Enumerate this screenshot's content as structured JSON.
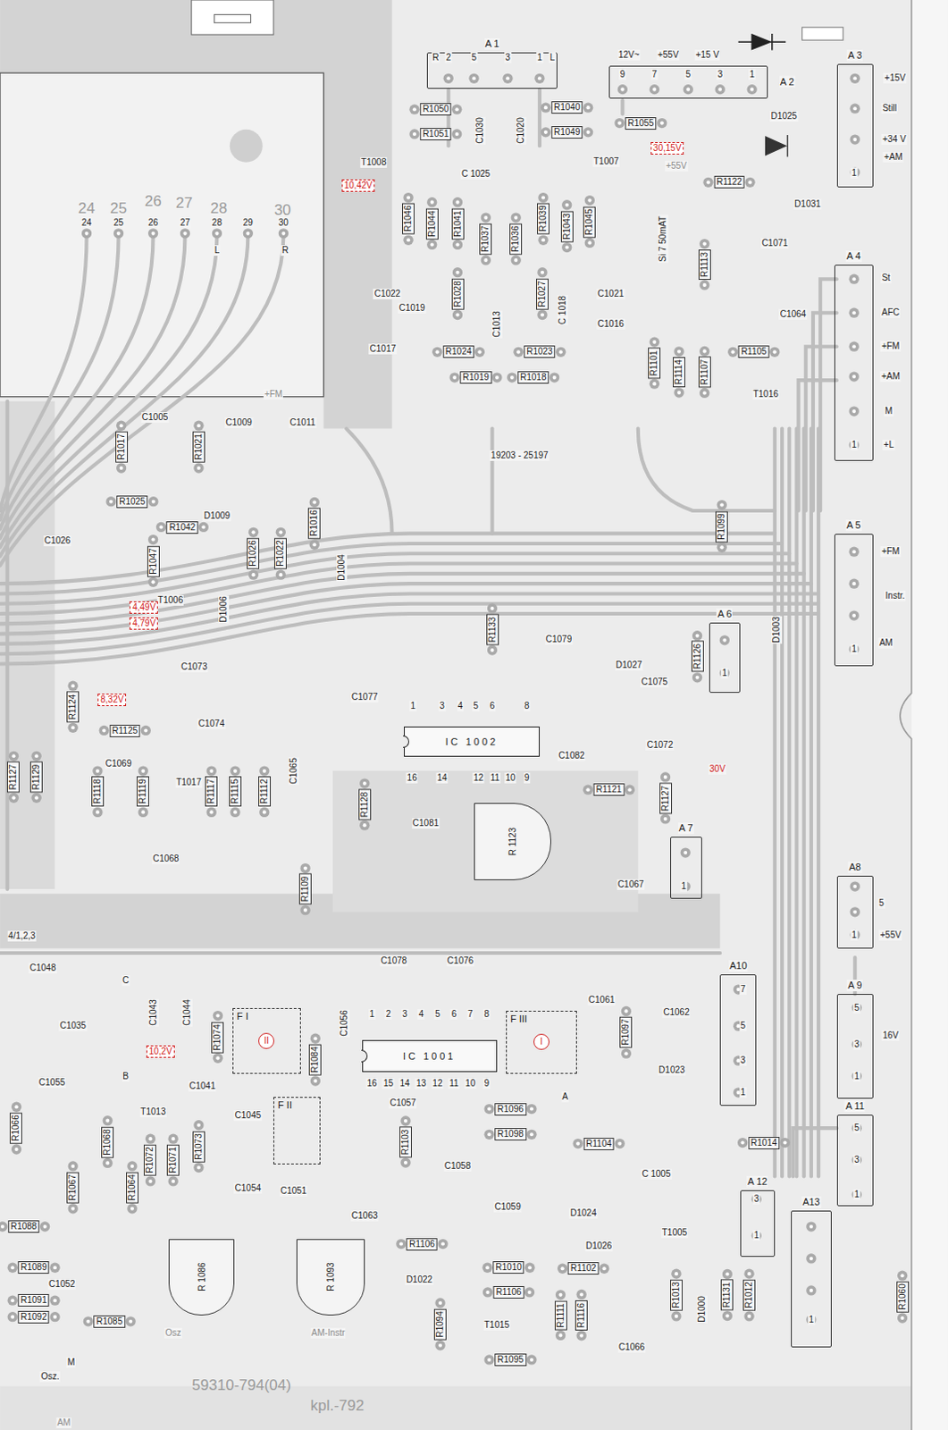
{
  "diagram": {
    "nodes": [
      {
        "text": [
          "A 1"
        ]
      },
      {
        "text": [
          "A 2"
        ]
      },
      {
        "text": [
          "A 3"
        ]
      },
      {
        "text": [
          "A 4"
        ]
      },
      {
        "text": [
          "A 5"
        ]
      },
      {
        "text": [
          "A 6"
        ]
      },
      {
        "text": [
          "A 7"
        ]
      },
      {
        "text": [
          "A8"
        ]
      },
      {
        "text": [
          "A 9"
        ]
      },
      {
        "text": [
          "A10"
        ]
      },
      {
        "text": [
          "A 11"
        ]
      },
      {
        "text": [
          "A 12"
        ]
      },
      {
        "text": [
          "A13"
        ]
      },
      {
        "text": [
          "IC 1002"
        ]
      },
      {
        "text": [
          "IC 1001"
        ]
      },
      {
        "text": [
          "F I",
          "II"
        ]
      },
      {
        "text": [
          "F II"
        ]
      },
      {
        "text": [
          "F III",
          "I"
        ]
      },
      {
        "text": [
          "R 1123"
        ]
      },
      {
        "text": [
          "R 1086"
        ]
      },
      {
        "text": [
          "R 1093"
        ]
      }
    ],
    "labels": [
      "R",
      "2",
      "5",
      "3",
      "1",
      "L",
      "12V~",
      "+55V",
      "+15 V",
      "9",
      "7",
      "5",
      "3",
      "1",
      "R1050",
      "R1051",
      "C1030",
      "C1020",
      "R1040",
      "R1049",
      "R1055",
      "30,15V",
      "+55V",
      "T1008",
      "10,42V",
      "C 1025",
      "T1007",
      "D1025",
      "R1122",
      "Si 7 50mAT",
      "C1071",
      "D1031",
      "R1046",
      "R1044",
      "R1041",
      "R1037",
      "R1036",
      "R1039",
      "R1043",
      "R1045",
      "R1113",
      "C1022",
      "C1019",
      "R1028",
      "C1013",
      "R1027",
      "C 1018",
      "C1021",
      "C1016",
      "C1064",
      "C1017",
      "R1024",
      "R1023",
      "R1019",
      "R1018",
      "R1101",
      "R1114",
      "R1107",
      "R1105",
      "T1016",
      "+15V",
      "Still",
      "+34 V",
      "1",
      "+AM",
      "St",
      "AFC",
      "+FM",
      "+AM",
      "M",
      "1",
      "+L",
      "+FM",
      "Instr.",
      "1",
      "AM",
      "1",
      "1",
      "5",
      "1",
      "+55V",
      "5",
      "3",
      "16V",
      "1",
      "7",
      "5",
      "3",
      "1",
      "5",
      "3",
      "1",
      "3",
      "1",
      "1",
      "24",
      "25",
      "26",
      "27",
      "28",
      "30",
      "24",
      "25",
      "26",
      "27",
      "28",
      "29",
      "30",
      "L",
      "R",
      "+FM",
      "C1005",
      "C1009",
      "C1011",
      "R1017",
      "R1021",
      "R1025",
      "D1009",
      "R1042",
      "C1026",
      "R1047",
      "R1026",
      "R1022",
      "R1016",
      "D1004",
      "T1006",
      "D1006",
      "4,49V",
      "4,79V",
      "C1073",
      "R1124",
      "8,32V",
      "R1125",
      "C1074",
      "C1069",
      "R1118",
      "R1119",
      "T1017",
      "R1117",
      "R1115",
      "R1112",
      "C1065",
      "R1127",
      "R1129",
      "C1068",
      "R1109",
      "R1128",
      "C1077",
      "1",
      "3",
      "4",
      "5",
      "6",
      "8",
      "16",
      "14",
      "12",
      "11",
      "10",
      "9",
      "C1082",
      "C1072",
      "30V",
      "R1121",
      "R1127",
      "R1133",
      "C1079",
      "D1027",
      "C1075",
      "R1126",
      "R1099",
      "D1003",
      "C1081",
      "C1067",
      "C1078",
      "C1076",
      "19203 - 25197",
      "4/1,2,3",
      "C1048",
      "C",
      "C1043",
      "C1044",
      "C1035",
      "10,2V",
      "R1074",
      "C1041",
      "B",
      "C1055",
      "T1013",
      "C1045",
      "R1068",
      "R1072",
      "R1071",
      "R1073",
      "C1054",
      "R1064",
      "R1067",
      "R1066",
      "R1088",
      "R1089",
      "C1052",
      "R1091",
      "R1092",
      "R1085",
      "Osz",
      "AM-Instr",
      "M",
      "Osz.",
      "59310-794(04)",
      "kpl.-792",
      "AM",
      "C1056",
      "R1084",
      "1",
      "2",
      "3",
      "4",
      "5",
      "6",
      "7",
      "8",
      "16",
      "15",
      "14",
      "13",
      "12",
      "11",
      "10",
      "9",
      "C1061",
      "C1062",
      "R1097",
      "D1023",
      "A",
      "C1057",
      "R1096",
      "R1098",
      "R1104",
      "R1103",
      "C1058",
      "C1059",
      "C1063",
      "C1051",
      "R1106",
      "D1022",
      "R1010",
      "R1106",
      "R1102",
      "D1024",
      "D1026",
      "T1005",
      "C 1005",
      "R1014",
      "R1013",
      "D1000",
      "R1131",
      "R1012",
      "R1060",
      "R1111",
      "R1116",
      "C1066",
      "T1015",
      "R1094",
      "R1095"
    ]
  }
}
